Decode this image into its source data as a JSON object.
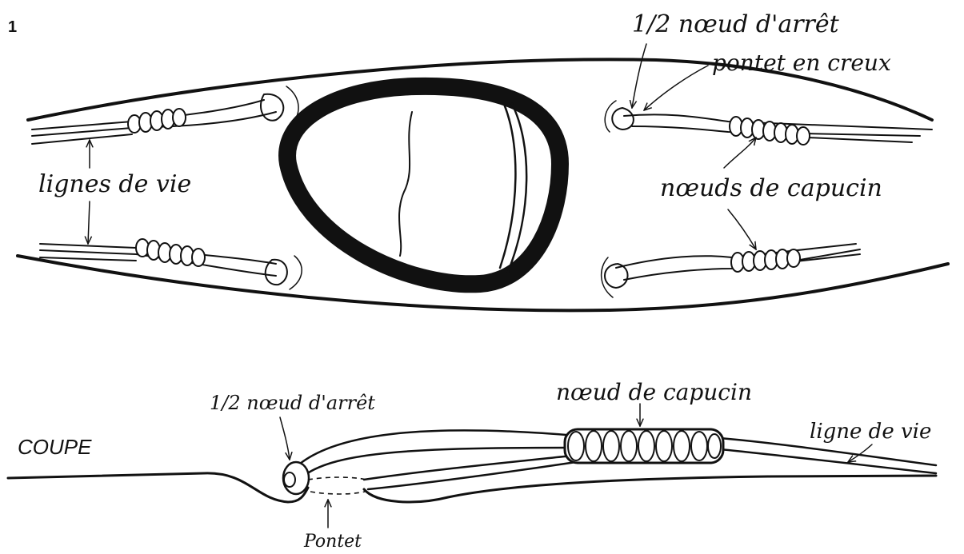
{
  "figure_number": "1",
  "top_view": {
    "labels": {
      "demi_noeud": "1/2 nœud d'arrêt",
      "pontet_creux": "pontet en creux",
      "lignes_de_vie": "lignes de vie",
      "noeuds_capucin": "nœuds de capucin"
    }
  },
  "section_view": {
    "title": "COUPE",
    "labels": {
      "demi_noeud": "1/2 nœud d'arrêt",
      "noeud_capucin": "nœud de capucin",
      "ligne_de_vie": "ligne de vie",
      "pontet": "Pontet"
    }
  },
  "colors": {
    "ink": "#111111",
    "paper": "#ffffff"
  }
}
